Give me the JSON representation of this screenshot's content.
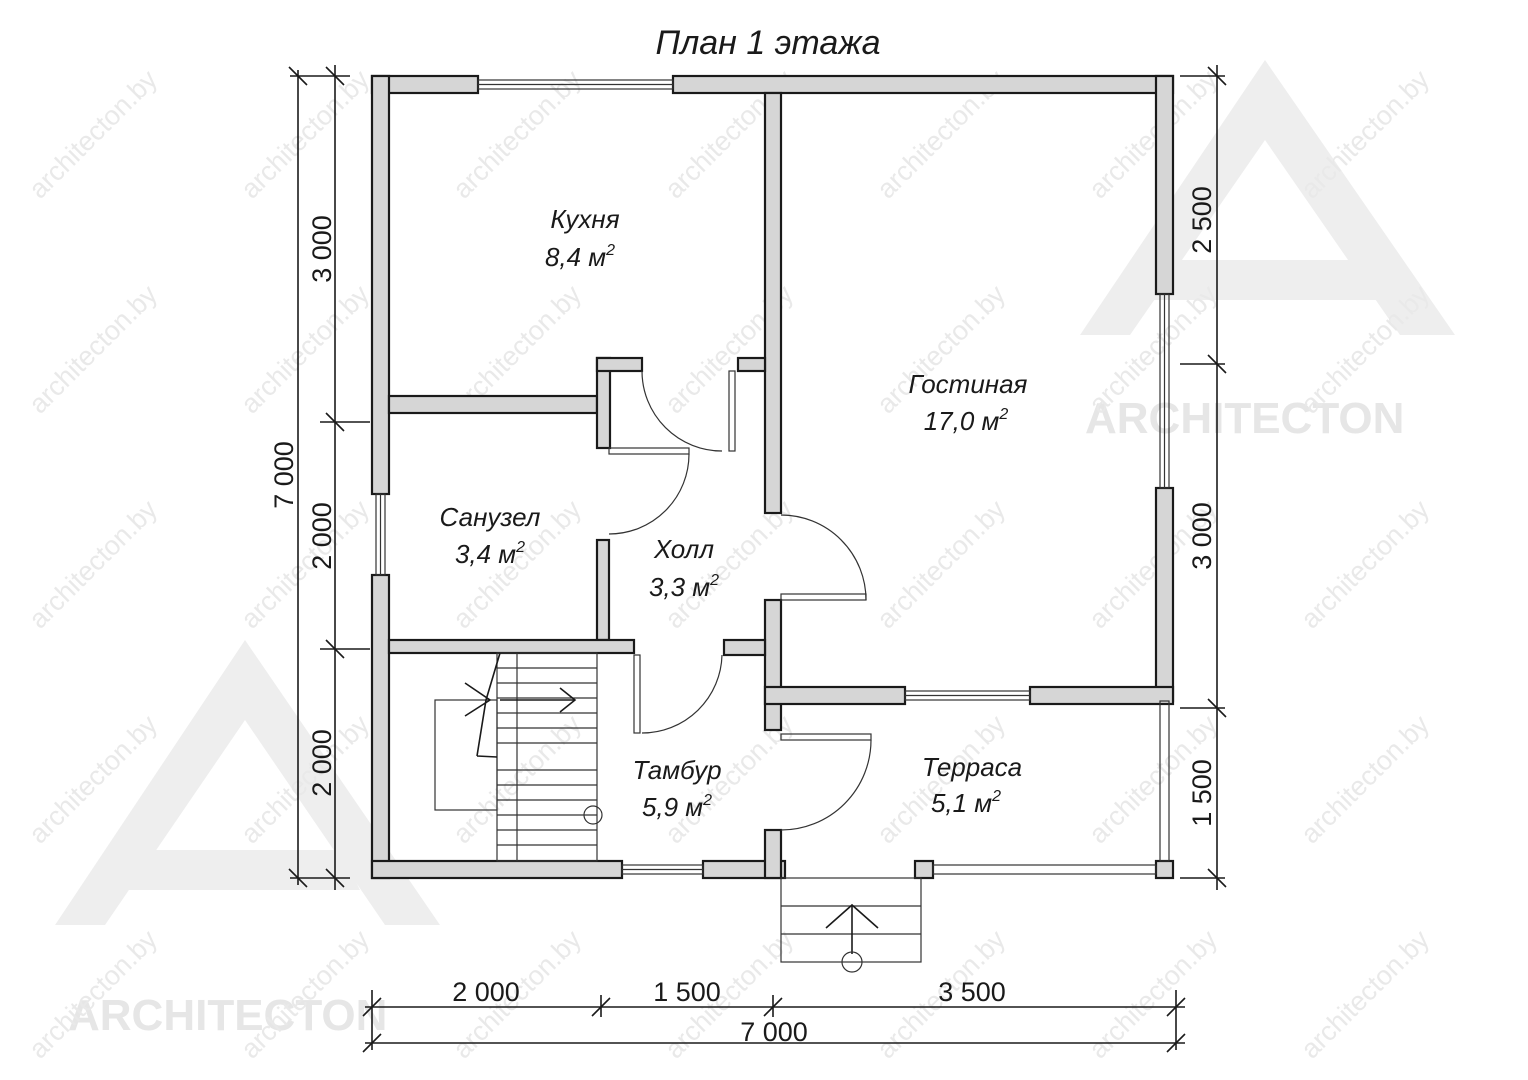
{
  "title": "План 1 этажа",
  "rooms": {
    "kitchen": {
      "name": "Кухня",
      "area": "8,4 м",
      "sup": "2"
    },
    "living": {
      "name": "Гостиная",
      "area": "17,0 м",
      "sup": "2"
    },
    "bathroom": {
      "name": "Санузел",
      "area": "3,4 м",
      "sup": "2"
    },
    "hall": {
      "name": "Холл",
      "area": "3,3 м",
      "sup": "2"
    },
    "vestibule": {
      "name": "Тамбур",
      "area": "5,9 м",
      "sup": "2"
    },
    "terrace": {
      "name": "Терраса",
      "area": "5,1 м",
      "sup": "2"
    }
  },
  "dimensions": {
    "left_total": "7 000",
    "left_segments": [
      "3 000",
      "2 000",
      "2 000"
    ],
    "right_segments": [
      "2 500",
      "3 000",
      "1 500"
    ],
    "bottom_segments": [
      "2 000",
      "1 500",
      "3 500"
    ],
    "bottom_total": "7 000"
  },
  "watermark": {
    "site": "architecton.by",
    "brand": "ARCHITECTON"
  }
}
